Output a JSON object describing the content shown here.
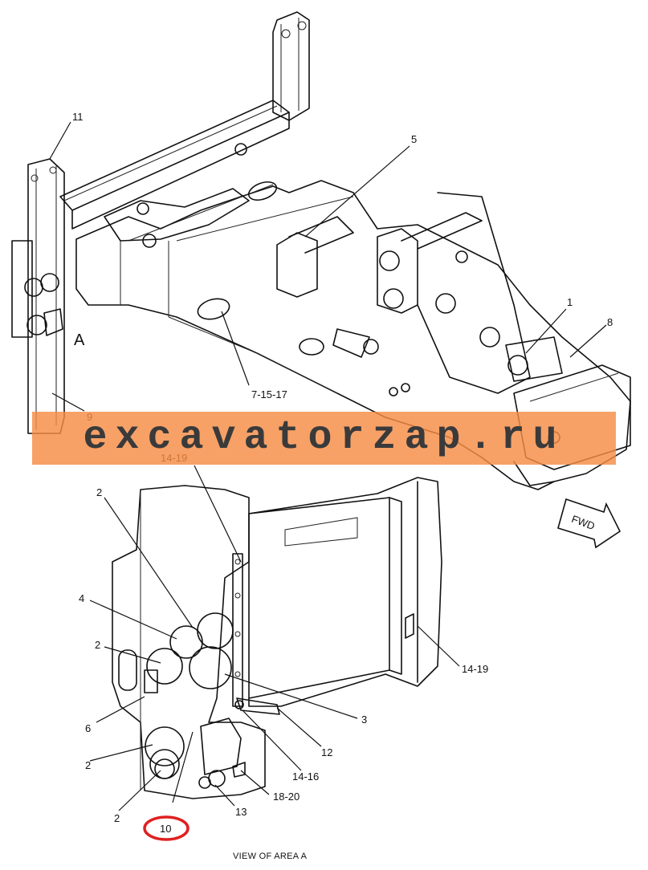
{
  "callouts": {
    "c11": "11",
    "c5": "5",
    "c1": "1",
    "c8": "8",
    "c9": "9",
    "c7": "7-15-17",
    "c1419a": "14-19",
    "c2a": "2",
    "c4": "4",
    "c2b": "2",
    "c6": "6",
    "c2c": "2",
    "c2d": "2",
    "c10": "10",
    "c13": "13",
    "c1820": "18-20",
    "c1416": "14-16",
    "c12": "12",
    "c3": "3",
    "c1419b": "14-19"
  },
  "area_marker": "A",
  "view_label": "VIEW OF AREA  A",
  "fwd_label": "FWD",
  "watermark": "excavatorzap.ru",
  "highlight_color": "#e02020",
  "watermark_color": "#f58c46"
}
